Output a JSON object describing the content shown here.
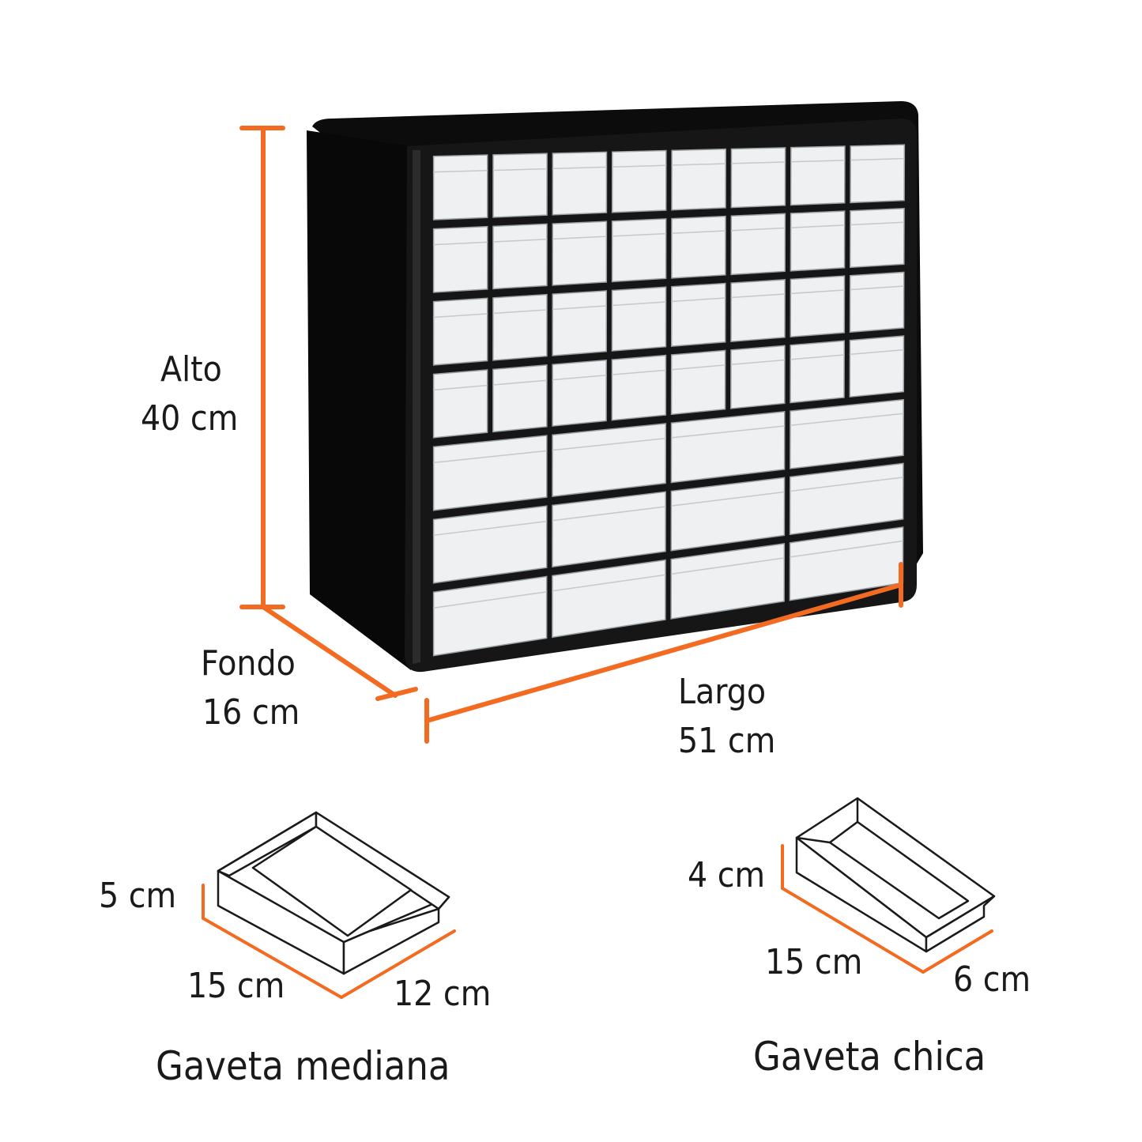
{
  "colors": {
    "accent": "#f26b21",
    "cabinet": "#141414",
    "drawer": "#eef0f1",
    "outline": "#1a1a1a"
  },
  "cabinet": {
    "image_label": "organizer-cabinet-illustration",
    "small_drawer_rows": 4,
    "small_drawer_cols": 8,
    "large_drawer_rows": 3,
    "large_drawer_cols": 4
  },
  "dimensions": {
    "alto": {
      "label": "Alto",
      "value": "40 cm"
    },
    "fondo": {
      "label": "Fondo",
      "value": "16 cm"
    },
    "largo": {
      "label": "Largo",
      "value": "51 cm"
    }
  },
  "drawers": {
    "medium": {
      "caption": "Gaveta mediana",
      "height": "5 cm",
      "length": "15 cm",
      "width": "12 cm"
    },
    "small": {
      "caption": "Gaveta chica",
      "height": "4 cm",
      "length": "15 cm",
      "width": "6 cm"
    }
  }
}
